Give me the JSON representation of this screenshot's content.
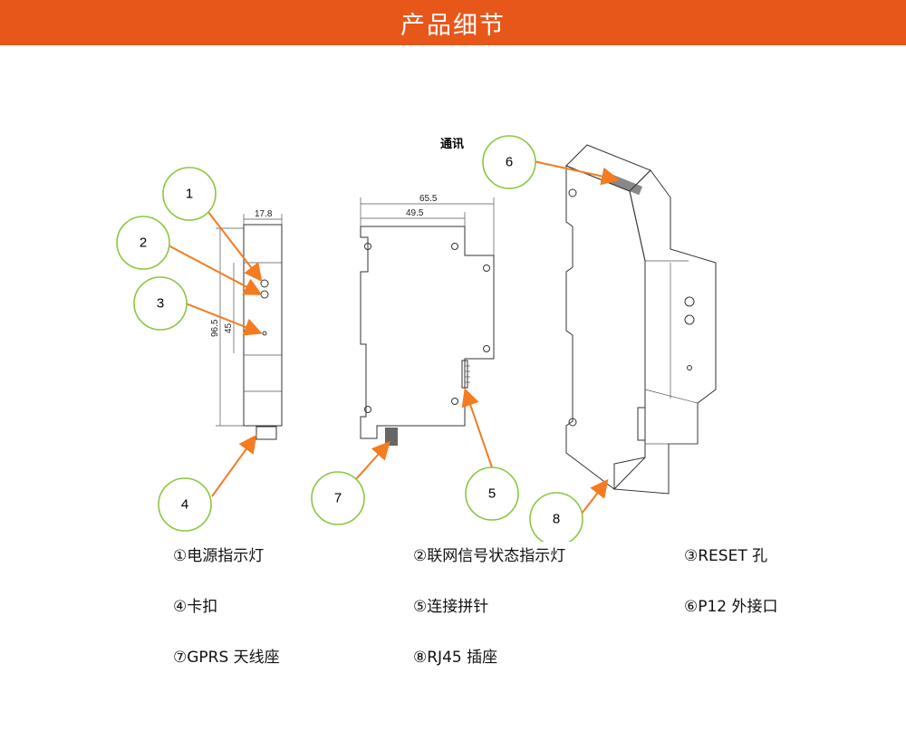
{
  "header": {
    "title": "产品细节"
  },
  "diagram": {
    "caption": "通讯",
    "dimensions": {
      "width_top": "17.8",
      "depth_outer": "65.5",
      "depth_inner": "49.5",
      "height_total": "96.5",
      "height_inner": "45"
    },
    "callouts": [
      "1",
      "2",
      "3",
      "4",
      "5",
      "6",
      "7",
      "8"
    ]
  },
  "legend": {
    "item1": "①电源指示灯",
    "item2": "②联网信号状态指示灯",
    "item3": "③RESET  孔",
    "item4": "④卡扣",
    "item5": "⑤连接拼针",
    "item6": "⑥P12 外接口",
    "item7": "⑦GPRS 天线座",
    "item8": "⑧RJ45 插座"
  },
  "colors": {
    "header_bg": "#E8571A",
    "arrow": "#F47B20",
    "callout_border": "#8DC63F"
  }
}
